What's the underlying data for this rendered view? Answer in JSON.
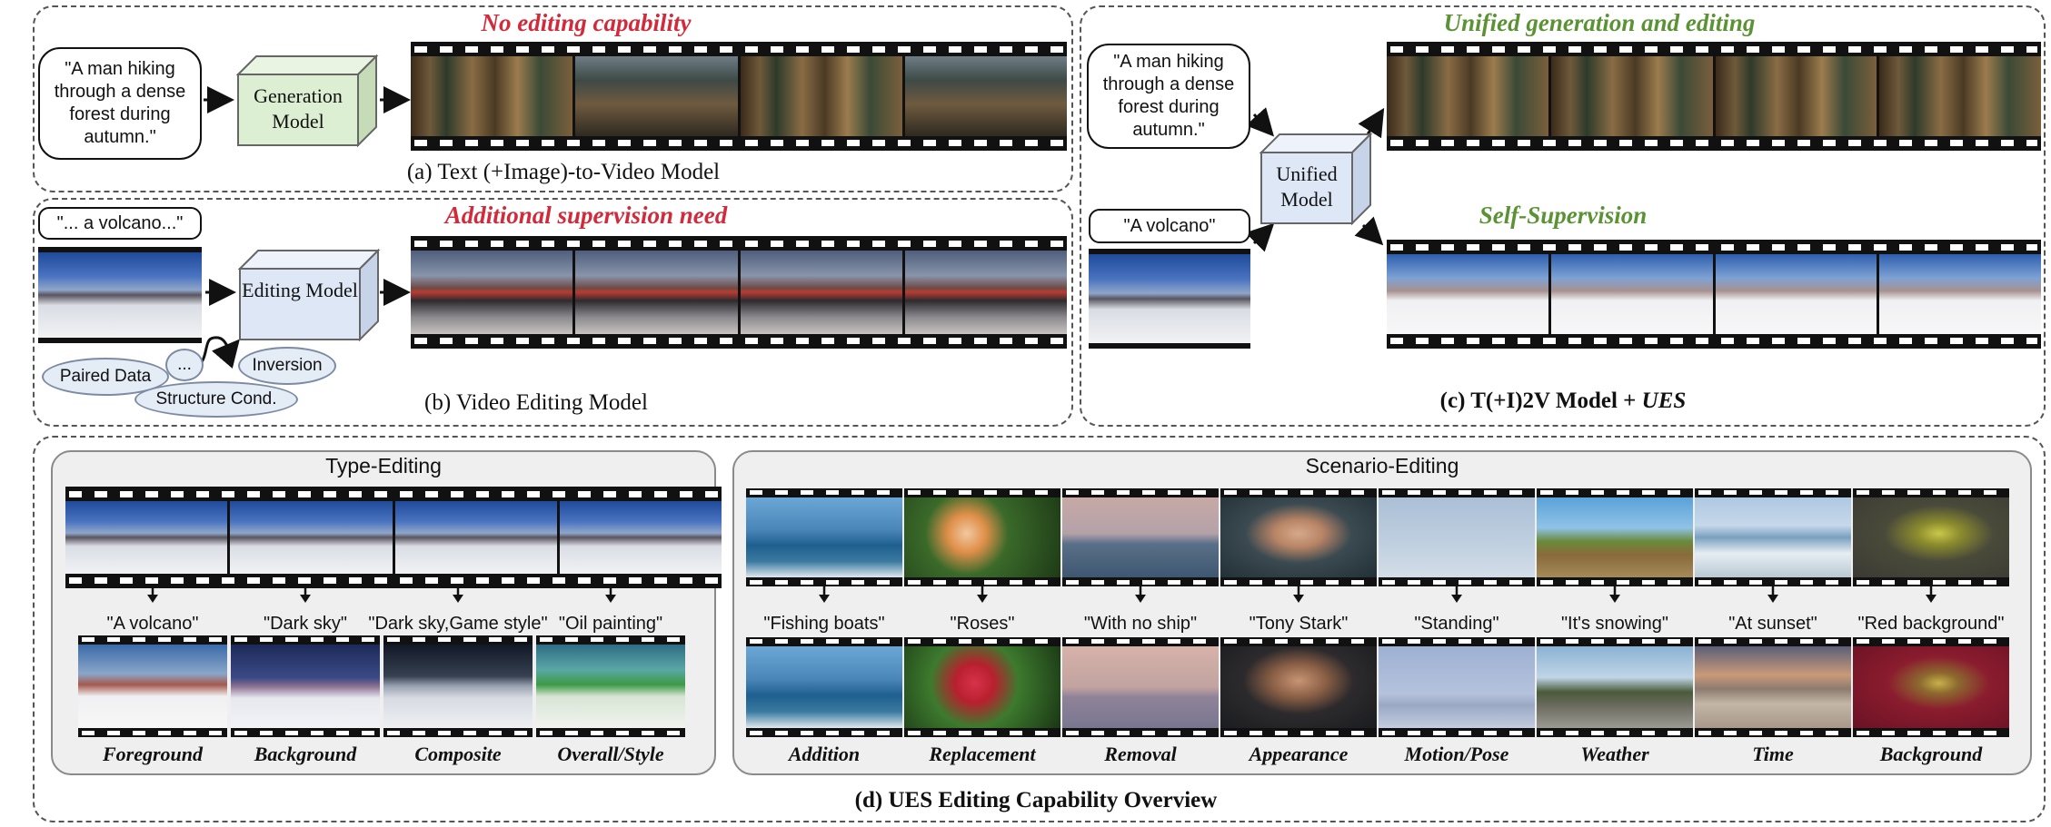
{
  "panel_a": {
    "headline": "No editing capability",
    "prompt": "\"A man hiking through a dense forest during autumn.\"",
    "model": "Generation Model",
    "caption": "(a) Text (+Image)-to-Video Model"
  },
  "panel_b": {
    "headline": "Additional supervision need",
    "prompt": "\"... a volcano...\"",
    "model": "Editing Model",
    "methods": {
      "paired": "Paired Data",
      "more": "...",
      "inversion": "Inversion",
      "structure": "Structure Cond."
    },
    "caption": "(b) Video Editing Model"
  },
  "panel_c": {
    "headline_top": "Unified generation and editing",
    "headline_bottom": "Self-Supervision",
    "prompt_text": "\"A man hiking through a dense forest during autumn.\"",
    "prompt_volcano": "\"A volcano\"",
    "model": "Unified Model",
    "caption_main": "(c) T(+I)2V Model + ",
    "caption_em": "UES"
  },
  "panel_d": {
    "caption": "(d) UES Editing Capability Overview",
    "type_editing": {
      "title": "Type-Editing",
      "items": [
        {
          "prompt": "\"A volcano\"",
          "label": "Foreground"
        },
        {
          "prompt": "\"Dark sky\"",
          "label": "Background"
        },
        {
          "prompt": "\"Dark sky,Game style\"",
          "label": "Composite"
        },
        {
          "prompt": "\"Oil painting\"",
          "label": "Overall/Style"
        }
      ]
    },
    "scenario_editing": {
      "title": "Scenario-Editing",
      "items": [
        {
          "prompt": "\"Fishing boats\"",
          "label": "Addition"
        },
        {
          "prompt": "\"Roses\"",
          "label": "Replacement"
        },
        {
          "prompt": "\"With no ship\"",
          "label": "Removal"
        },
        {
          "prompt": "\"Tony Stark\"",
          "label": "Appearance"
        },
        {
          "prompt": "\"Standing\"",
          "label": "Motion/Pose"
        },
        {
          "prompt": "\"It's snowing\"",
          "label": "Weather"
        },
        {
          "prompt": "\"At sunset\"",
          "label": "Time"
        },
        {
          "prompt": "\"Red background\"",
          "label": "Background"
        }
      ]
    }
  },
  "colors": {
    "red": "#d22a3a",
    "green": "#5b9334",
    "model_green": "#dcefd2",
    "model_blue": "#dde7f5"
  }
}
